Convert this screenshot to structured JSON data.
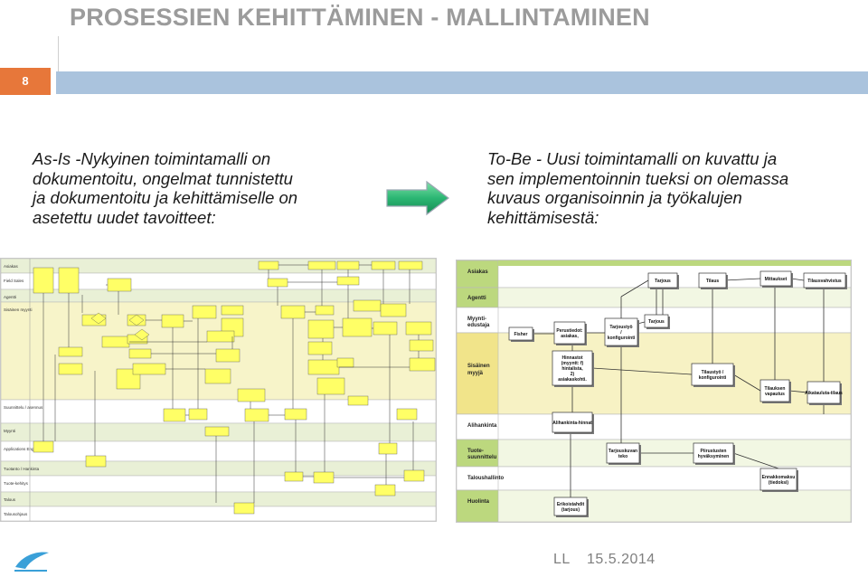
{
  "slide": {
    "title": "PROSESSIEN KEHITTÄMINEN - MALLINTAMINEN",
    "page_number": "8",
    "accent_color": "#e7773a",
    "bar_color": "#aac3dd"
  },
  "left_panel": {
    "lines": [
      "As-Is -Nykyinen toimintamalli on",
      "dokumentoitu, ongelmat tunnistettu",
      "ja dokumentoitu ja kehittämiselle on",
      "asetettu uudet tavoitteet:"
    ]
  },
  "right_panel": {
    "lines": [
      "To-Be - Uusi toimintamalli on kuvattu ja",
      "sen implementoinnin tueksi on olemassa",
      "kuvaus organisoinnin ja työkalujen",
      "kehittämisestä:"
    ]
  },
  "arrow": {
    "icon": "right-arrow-icon",
    "color": "#2bb673"
  },
  "as_is_diagram": {
    "lanes": [
      "Asiakas",
      "Field Sales",
      "Agentti",
      "Sisäinen myynti",
      "Suunnittelu / asennus",
      "Myynti",
      "Applications Engineer",
      "Tuotanto / Hankinta",
      "Tuote-kehitys",
      "Talous",
      "Talousohjaus"
    ]
  },
  "to_be_diagram": {
    "lanes": [
      {
        "label": "Asiakas"
      },
      {
        "label": "Agentti"
      },
      {
        "label": "Myynti-edustaja"
      },
      {
        "label": "Sisäinen myyjä"
      },
      {
        "label": "Alihankinta"
      },
      {
        "label": "Tuote-suunnittelu"
      },
      {
        "label": "Taloushallinto"
      },
      {
        "label": "Huolinta"
      }
    ],
    "boxes": [
      {
        "id": "tarjous",
        "label": "Tarjous"
      },
      {
        "id": "tilaus",
        "label": "Tilaus"
      },
      {
        "id": "mittaukset",
        "label": "Mittaukset"
      },
      {
        "id": "tilausvahvistus",
        "label": "Tilausvahvistus"
      },
      {
        "id": "fisher",
        "label": "Fisher"
      },
      {
        "id": "perustiedot",
        "label": "Perustiedot: asiakas,"
      },
      {
        "id": "tarjoustyo",
        "label": "Tarjoustyö / konfigurointi"
      },
      {
        "id": "tarjous2",
        "label": "Tarjous"
      },
      {
        "id": "hinnastot",
        "label": "Hinnastot (myyntt: f) hintalista, 2) asiakaskohti."
      },
      {
        "id": "tilaustyo",
        "label": "Tilaustyö / konfigurointi"
      },
      {
        "id": "tilauksen-vapautus",
        "label": "Tilauksen vapautus"
      },
      {
        "id": "aikataulutilaus",
        "label": "Aikatauluta-tilaus"
      },
      {
        "id": "alihankinta-hinnat",
        "label": "Alihankinta-hinnat"
      },
      {
        "id": "tarjouskuvan-teko",
        "label": "Tarjouskuvan teko"
      },
      {
        "id": "piirustusten-hyvaksyminen",
        "label": "Piirustusten hyväksyminen"
      },
      {
        "id": "ennakkomaksu",
        "label": "Ennakkomaksu (tiedoksi)"
      },
      {
        "id": "erikoistahdit",
        "label": "Erikoistahdit (tarjous)"
      }
    ]
  },
  "footer": {
    "author": "LL",
    "date": "15.5.2014"
  }
}
